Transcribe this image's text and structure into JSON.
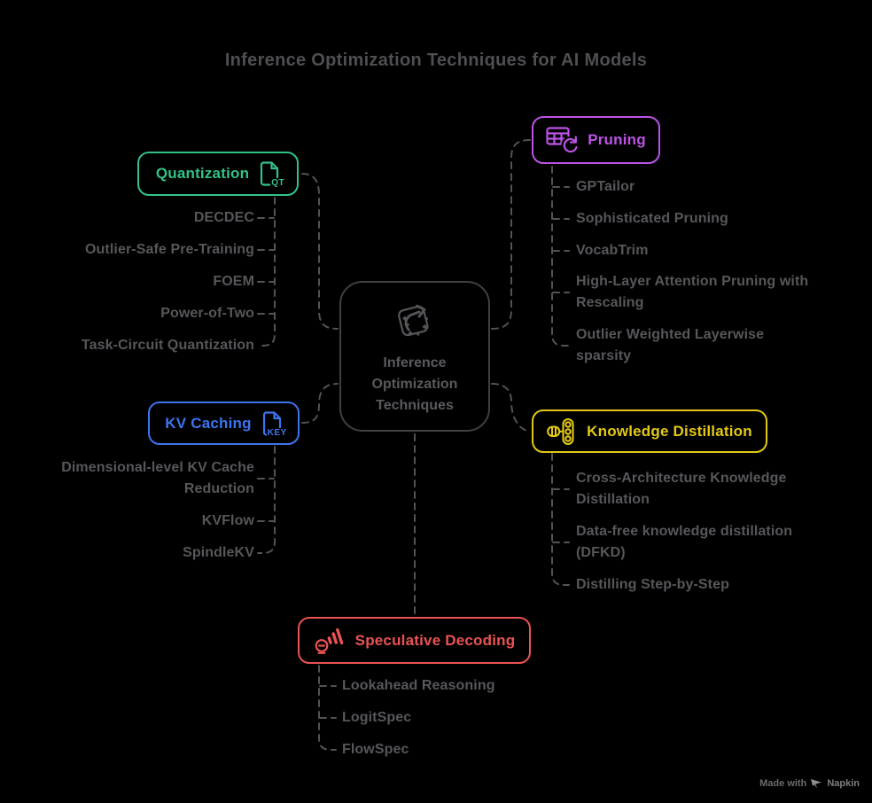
{
  "title": "Inference Optimization Techniques for AI Models",
  "central": {
    "label": "Inference\nOptimization\nTechniques",
    "icon": "optimization-arrow-icon"
  },
  "branches": [
    {
      "id": "quantization",
      "label": "Quantization",
      "color": "#32c287",
      "icon": "document-icon",
      "icon_tag": "QT",
      "items": [
        "DECDEC",
        "Outlier-Safe Pre-Training",
        "FOEM",
        "Power-of-Two",
        "Task-Circuit Quantization"
      ]
    },
    {
      "id": "pruning",
      "label": "Pruning",
      "color": "#bb54e6",
      "icon": "table-refresh-icon",
      "items": [
        "GPTailor",
        "Sophisticated Pruning",
        "VocabTrim",
        "High-Layer Attention Pruning with Rescaling",
        "Outlier Weighted Layerwise sparsity"
      ]
    },
    {
      "id": "kv-caching",
      "label": "KV Caching",
      "color": "#3d74ee",
      "icon": "document-icon",
      "icon_tag": "KEY",
      "items": [
        "Dimensional-level KV Cache Reduction",
        "KVFlow",
        "SpindleKV"
      ]
    },
    {
      "id": "knowledge-distillation",
      "label": "Knowledge Distillation",
      "color": "#e3c916",
      "icon": "distillation-column-icon",
      "items": [
        "Cross-Architecture Knowledge Distillation",
        "Data-free knowledge distillation (DFKD)",
        "Distilling Step-by-Step"
      ]
    },
    {
      "id": "speculative-decoding",
      "label": "Speculative Decoding",
      "color": "#ea5353",
      "icon": "crystal-ball-waves-icon",
      "items": [
        "Lookahead Reasoning",
        "LogitSpec",
        "FlowSpec"
      ]
    }
  ],
  "watermark": {
    "made_with": "Made with",
    "brand": "Napkin",
    "icon": "napkin-logo-icon"
  },
  "colors": {
    "background": "#000000",
    "wire": "#525358",
    "item_text": "#56575b",
    "title_text": "#4e4f52",
    "central_border": "#3e4044"
  }
}
